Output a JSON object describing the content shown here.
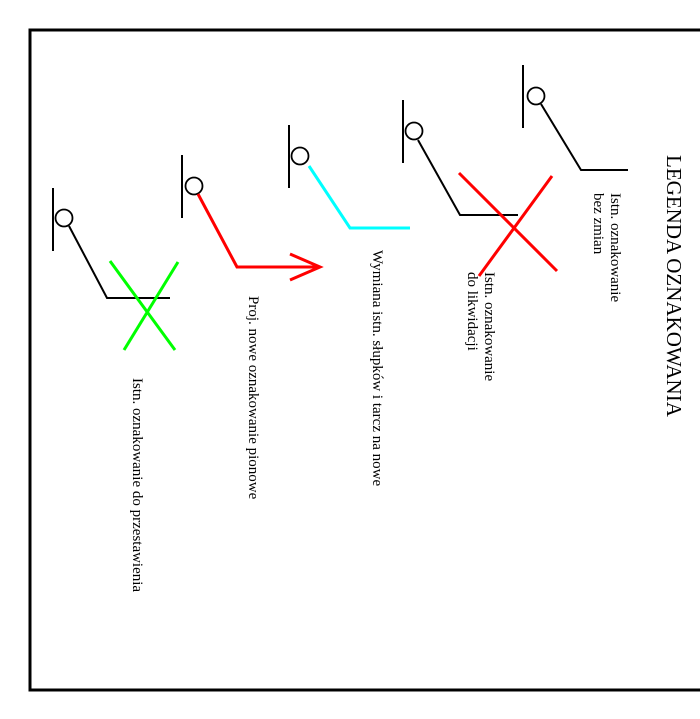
{
  "legend": {
    "title": "LEGENDA OZNAKOWANIA",
    "items": [
      {
        "lines": [
          "Istn. oznakowanie",
          "bez zmian"
        ],
        "color": "#000000"
      },
      {
        "lines": [
          "Istn. oznakowanie",
          "do likwidacji"
        ],
        "color": "#ff0000"
      },
      {
        "lines": [
          "Wymiana istn. słupków i tarcz na nowe"
        ],
        "color": "#00ffff"
      },
      {
        "lines": [
          "Proj. nowe oznakowanie pionowe"
        ],
        "color": "#ff0000"
      },
      {
        "lines": [
          "Istn. oznakowanie do przestawienia"
        ],
        "color": "#00ff00"
      }
    ]
  }
}
